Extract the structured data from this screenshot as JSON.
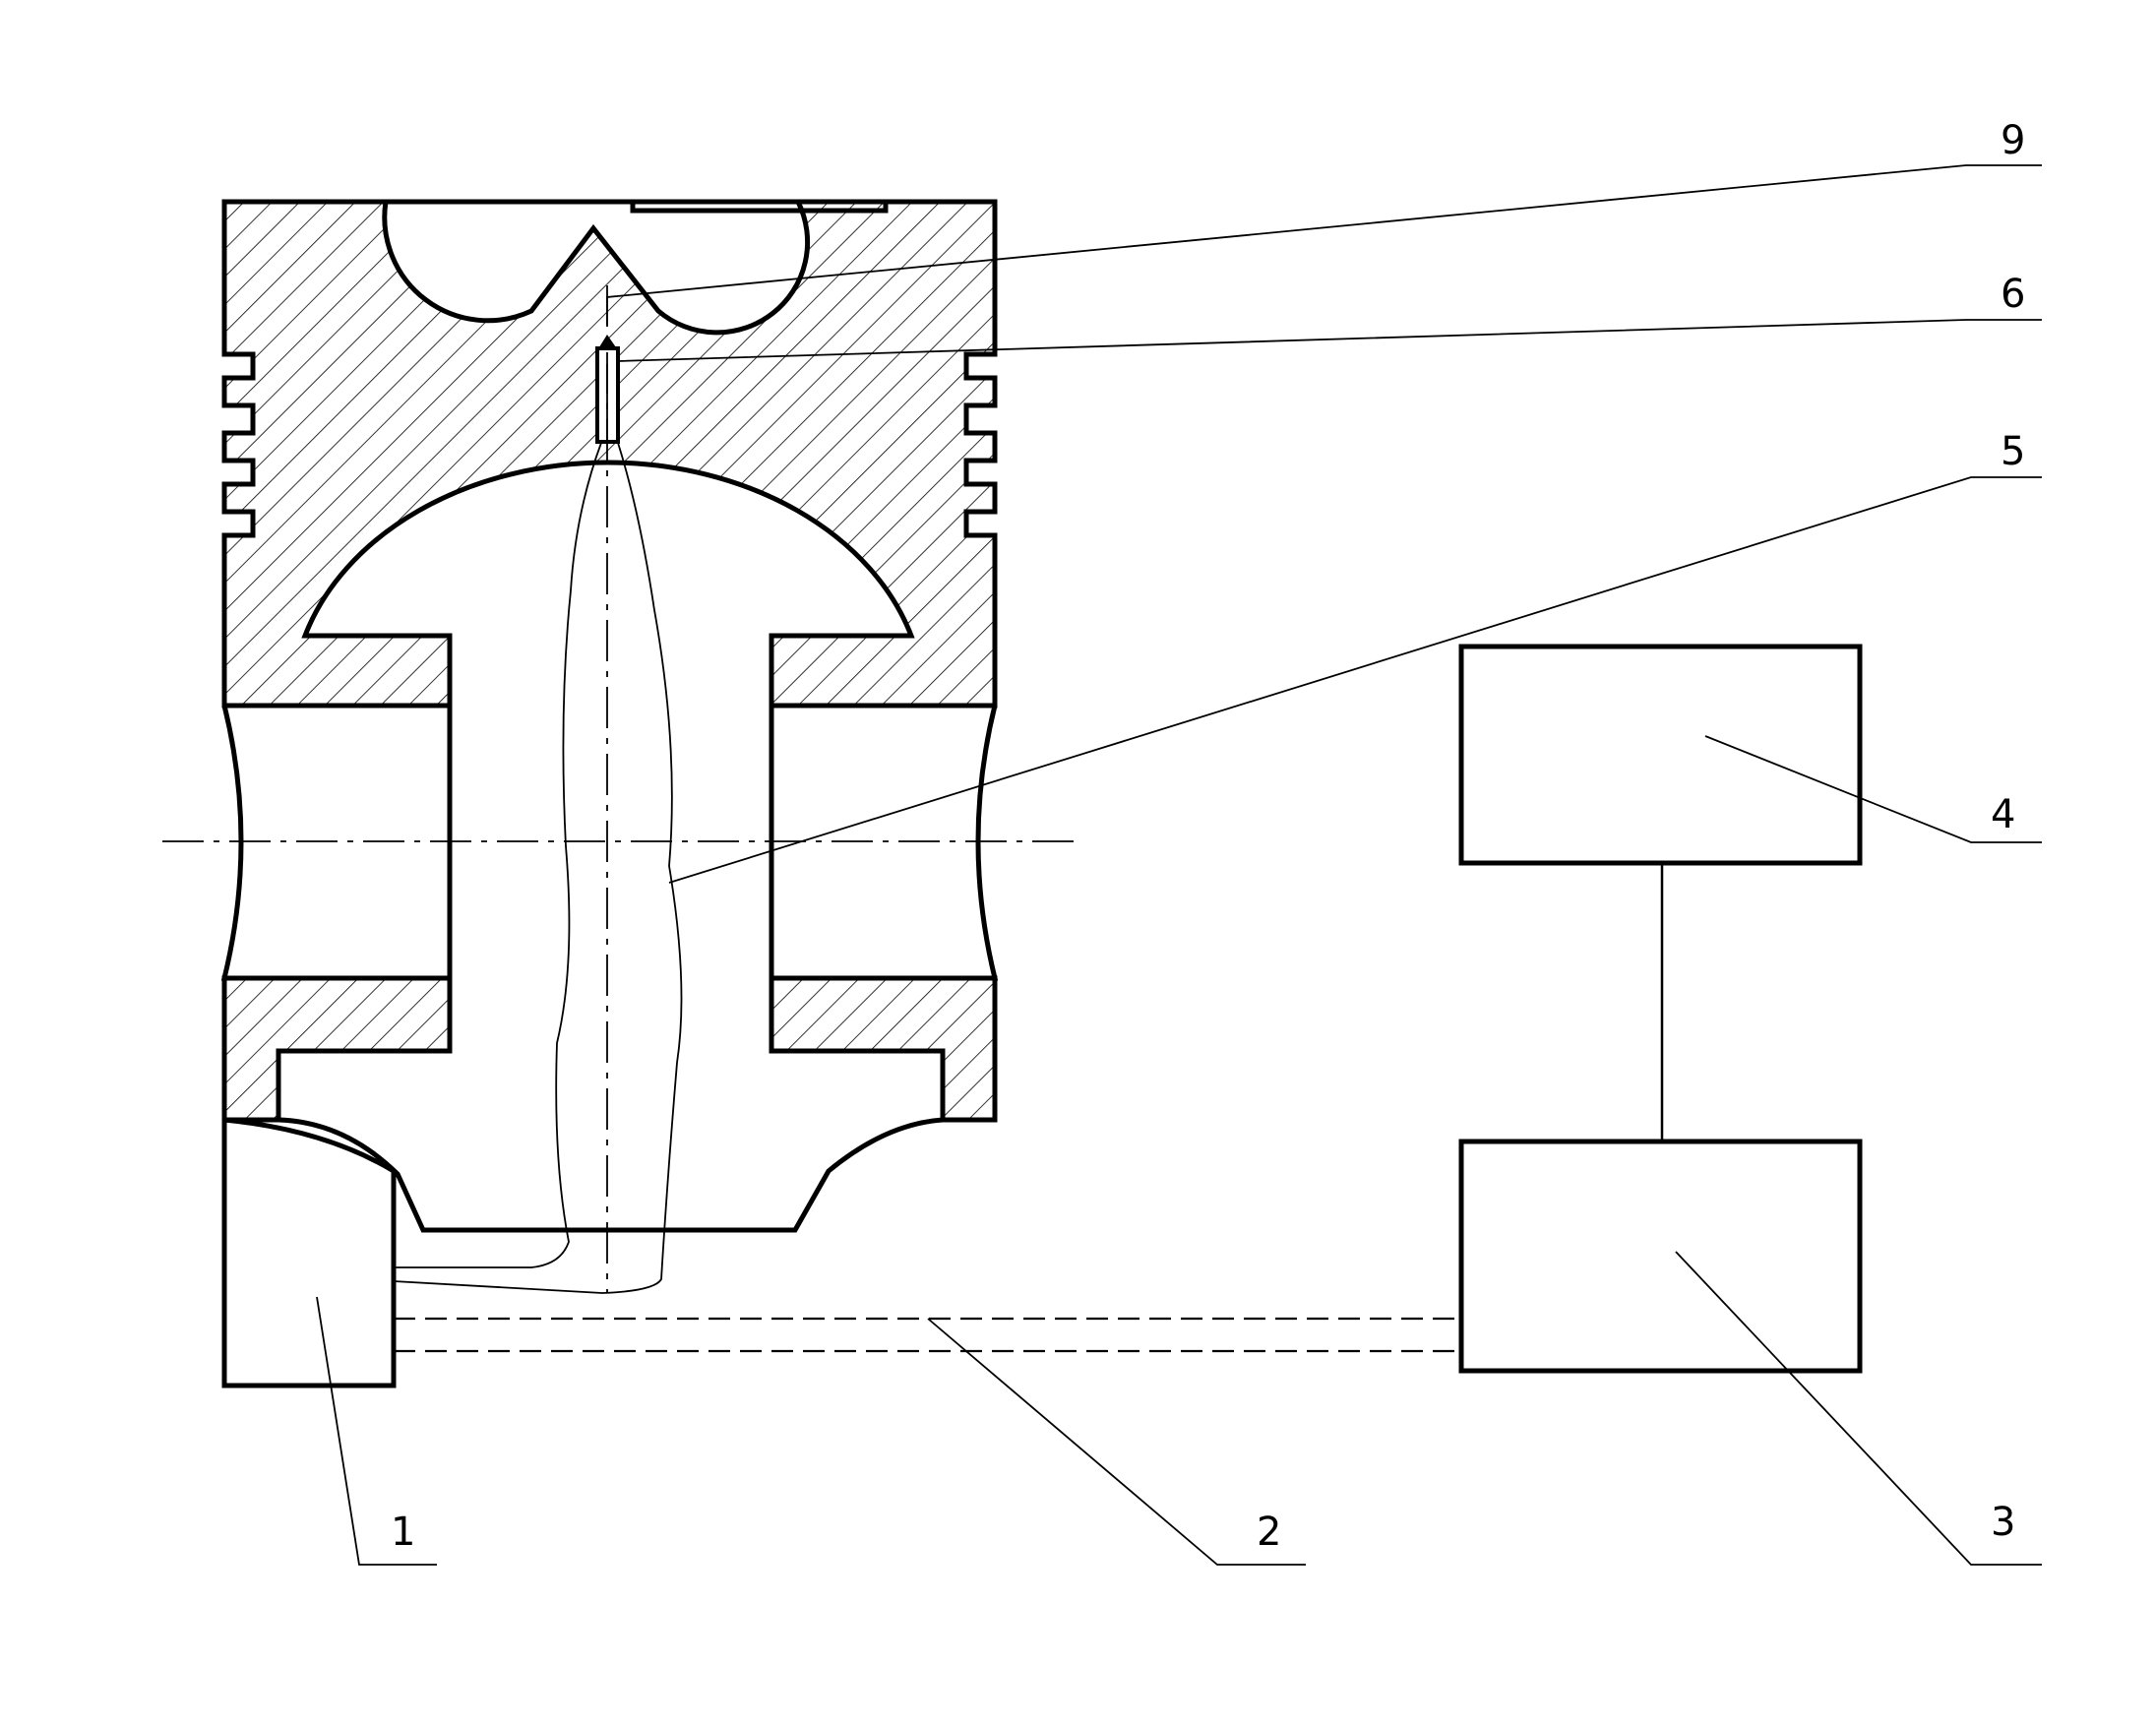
{
  "callouts": [
    {
      "id": "1",
      "text": "1"
    },
    {
      "id": "2",
      "text": "2"
    },
    {
      "id": "3",
      "text": "3"
    },
    {
      "id": "4",
      "text": "4"
    },
    {
      "id": "5",
      "text": "5"
    },
    {
      "id": "6",
      "text": "6"
    },
    {
      "id": "9",
      "text": "9"
    }
  ],
  "colors": {
    "ink": "#000000",
    "paper": "#ffffff"
  }
}
